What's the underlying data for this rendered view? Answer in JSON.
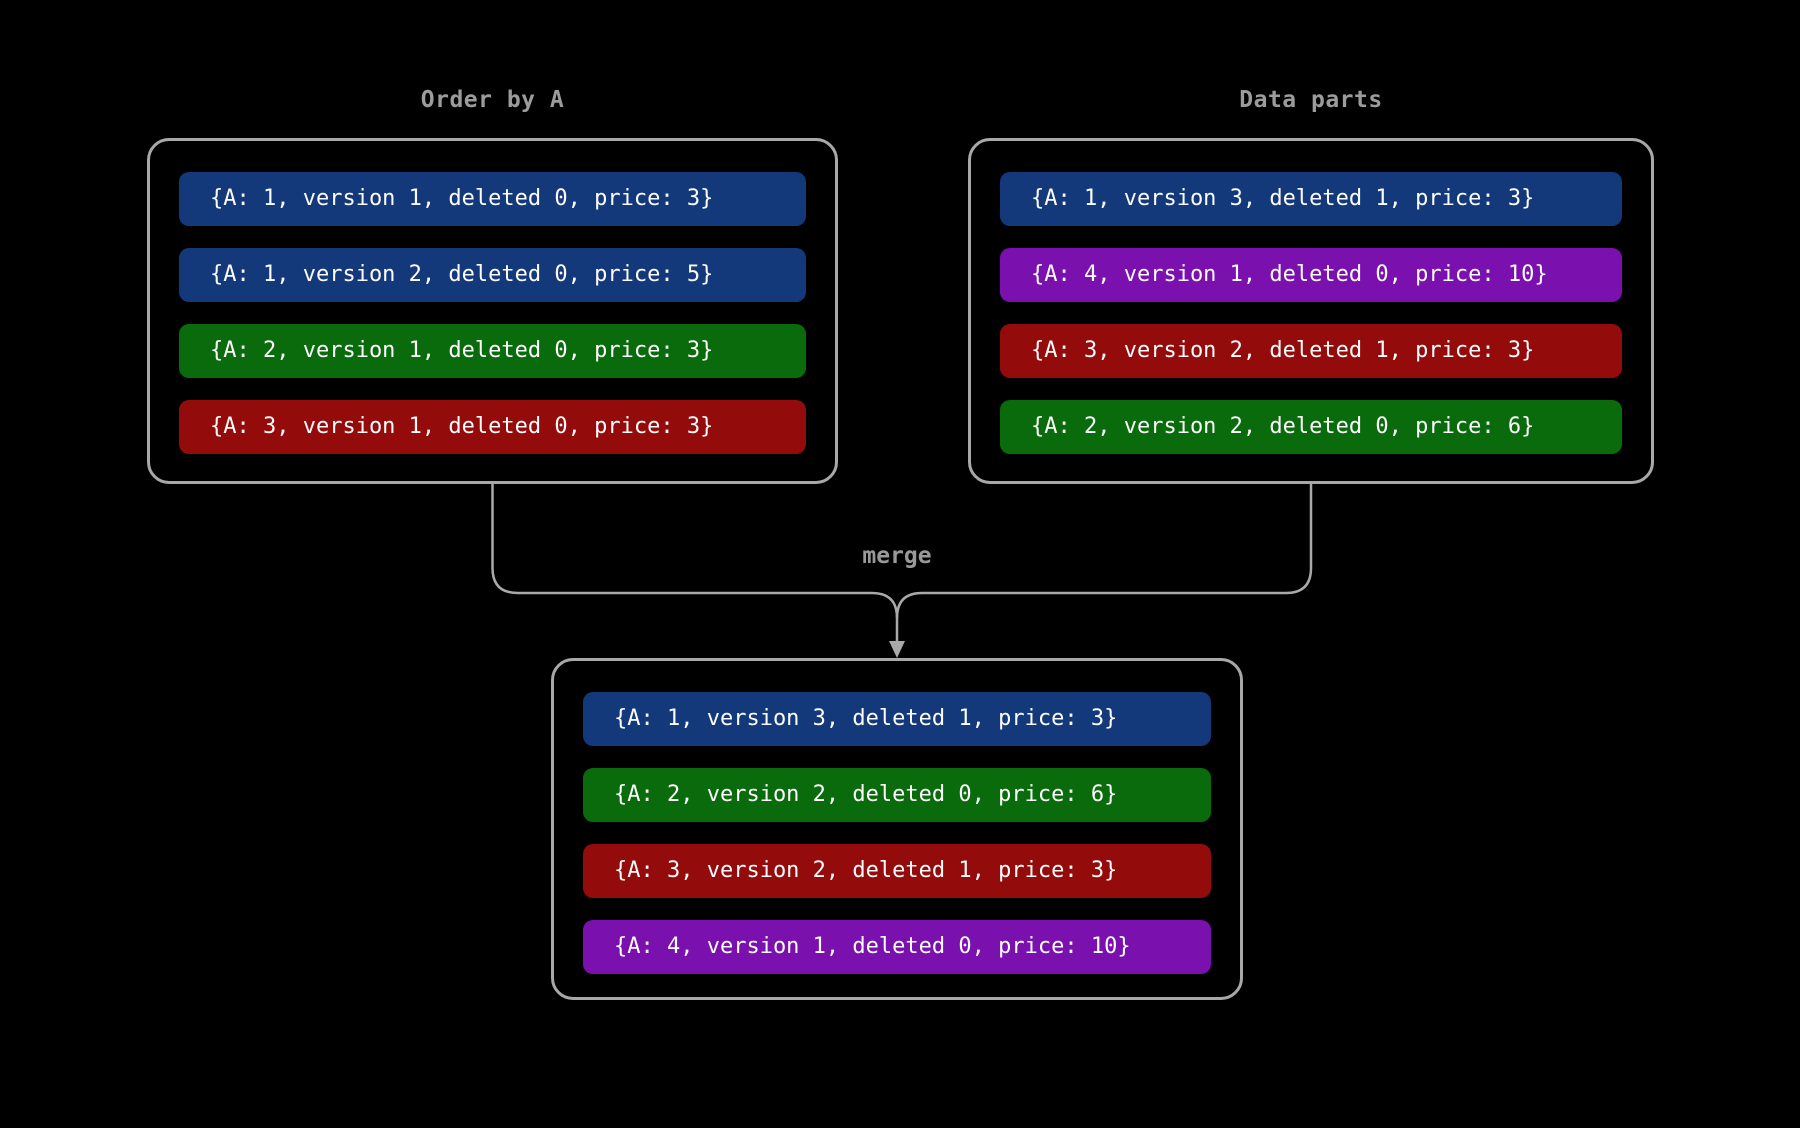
{
  "merge_label": "merge",
  "colors": {
    "blue": "#14397b",
    "green": "#0a6b0c",
    "red": "#940b0b",
    "purple": "#7a10ad",
    "border_gray": "#a8a8a8",
    "title_gray": "#9c9c9c",
    "arrow_gray": "#a9a9a9",
    "background": "#000000",
    "pill_text": "#fcfcfc"
  },
  "boxes": {
    "left": {
      "title": "Order by A",
      "rows": [
        {
          "color": "blue",
          "text": "{A: 1, version 1, deleted 0, price: 3}"
        },
        {
          "color": "blue",
          "text": "{A: 1, version 2, deleted 0, price: 5}"
        },
        {
          "color": "green",
          "text": "{A: 2, version 1, deleted 0, price: 3}"
        },
        {
          "color": "red",
          "text": "{A: 3, version 1, deleted 0, price: 3}"
        }
      ]
    },
    "right": {
      "title": "Data parts",
      "rows": [
        {
          "color": "blue",
          "text": "{A: 1, version 3, deleted 1, price: 3}"
        },
        {
          "color": "purple",
          "text": "{A: 4, version 1, deleted 0, price: 10}"
        },
        {
          "color": "red",
          "text": "{A: 3, version 2, deleted 1, price: 3}"
        },
        {
          "color": "green",
          "text": "{A: 2, version 2, deleted 0, price: 6}"
        }
      ]
    },
    "merged": {
      "rows": [
        {
          "color": "blue",
          "text": "{A: 1, version 3, deleted 1, price: 3}"
        },
        {
          "color": "green",
          "text": "{A: 2, version 2, deleted 0, price: 6}"
        },
        {
          "color": "red",
          "text": "{A: 3, version 2, deleted 1, price: 3}"
        },
        {
          "color": "purple",
          "text": "{A: 4, version 1, deleted 0, price: 10}"
        }
      ]
    }
  }
}
